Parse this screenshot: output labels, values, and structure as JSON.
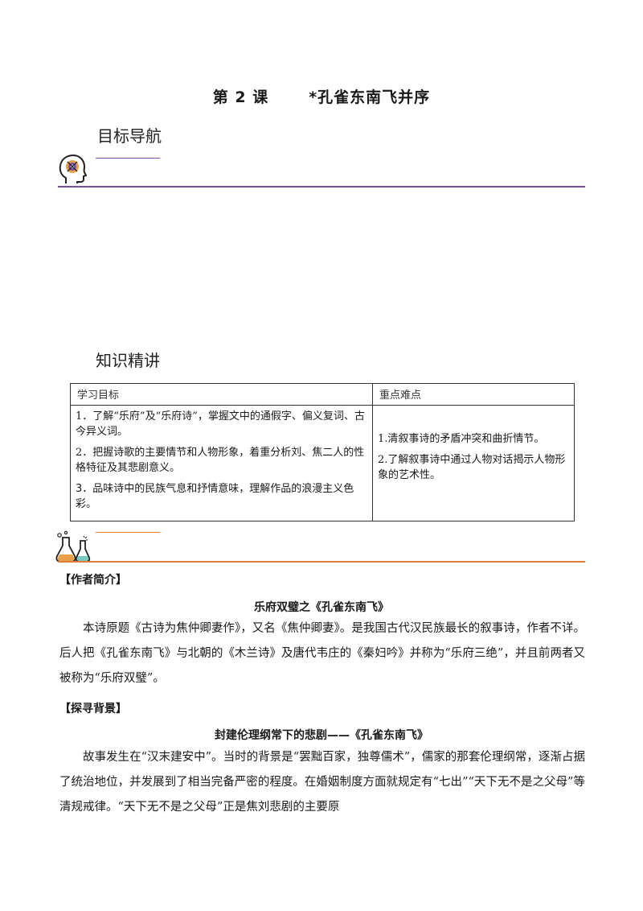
{
  "title": {
    "lesson": "第 2 课",
    "name": "*孔雀东南飞并序"
  },
  "sections": {
    "nav": "目标导航",
    "knowledge": "知识精讲"
  },
  "icons": {
    "brain": "brain-gear-icon",
    "lab": "lab-flask-icon"
  },
  "colors": {
    "purple": "#7b4ea8",
    "orange": "#e07b39"
  },
  "table": {
    "headers": [
      "学习目标",
      "重点难点"
    ],
    "goals": [
      "1．了解“乐府”及“乐府诗”，掌握文中的通假字、偏义复词、古今异义词。",
      "2．把握诗歌的主要情节和人物形象，着重分析刘、焦二人的性格特征及其悲剧意义。",
      "3．品味诗中的民族气息和抒情意味，理解作品的浪漫主义色彩。"
    ],
    "keypoints": [
      "1.清叙事诗的矛盾冲突和曲折情节。",
      "2.了解叙事诗中通过人物对话揭示人物形象的艺术性。"
    ]
  },
  "author": {
    "tag": "【作者简介】",
    "subtitle": "乐府双璧之《孔雀东南飞》",
    "text": "本诗原题《古诗为焦仲卿妻作》，又名《焦仲卿妻》。是我国古代汉民族最长的叙事诗，作者不详。后人把《孔雀东南飞》与北朝的《木兰诗》及唐代韦庄的《秦妇吟》并称为“乐府三绝”，并且前两者又被称为“乐府双璧”。"
  },
  "background": {
    "tag": "【探寻背景】",
    "subtitle": "封建伦理纲常下的悲剧——《孔雀东南飞》",
    "text": "故事发生在“汉末建安中”。当时的背景是“罢黜百家，独尊儒术”，儒家的那套伦理纲常，逐渐占据了统治地位，并发展到了相当完备严密的程度。在婚姻制度方面就规定有“七出”“天下无不是之父母”等清规戒律。“天下无不是之父母”正是焦刘悲剧的主要原"
  }
}
